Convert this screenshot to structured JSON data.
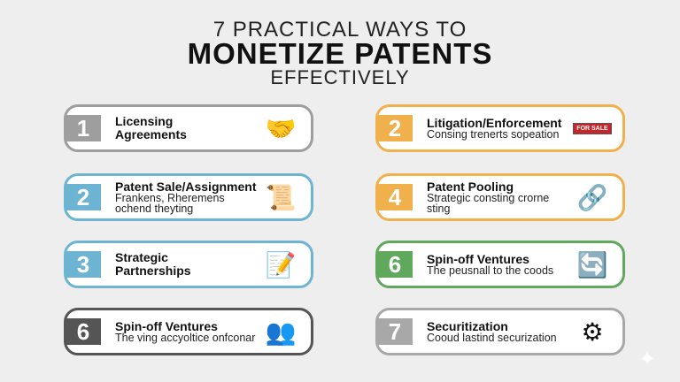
{
  "title": {
    "line1": "7 PRACTICAL WAYS TO",
    "line2": "MONETIZE PATENTS",
    "line3": "EFFECTIVELY"
  },
  "cards": [
    {
      "num": "1",
      "title": "Licensing Agreements",
      "desc": "",
      "color": "#9e9e9e",
      "icon": "handshake-icon",
      "glyph": "🤝"
    },
    {
      "num": "2",
      "title": "Litigation/Enforcement",
      "desc": "Consing trenerts sopeation",
      "color": "#f0b04c",
      "icon": "for-sale-sign-icon",
      "glyph": "",
      "sign": "FOR SALE"
    },
    {
      "num": "2",
      "title": "Patent Sale/Assignment",
      "desc": "Frankens, Rheremens ochend theyting",
      "color": "#6db4d2",
      "icon": "certificate-document-icon",
      "glyph": "📜"
    },
    {
      "num": "4",
      "title": "Patent Pooling",
      "desc": "Strategic consting crorne sting",
      "color": "#f0b04c",
      "icon": "network-pool-icon",
      "glyph": "🔗"
    },
    {
      "num": "3",
      "title": "Strategic Partnerships",
      "desc": "",
      "color": "#6db4d2",
      "icon": "contract-signing-icon",
      "glyph": "📝"
    },
    {
      "num": "6",
      "title": "Spin-off Ventures",
      "desc": "The peusnall to the coods",
      "color": "#5fa85c",
      "icon": "cycle-money-icon",
      "glyph": "🔄"
    },
    {
      "num": "6",
      "title": "Spin-off Ventures",
      "desc": "The ving accyoltice onfconar",
      "color": "#555555",
      "icon": "team-people-icon",
      "glyph": "👥"
    },
    {
      "num": "7",
      "title": "Securitization",
      "desc": "Cooud lastind securization",
      "color": "#a8a8a8",
      "icon": "gear-icon",
      "glyph": "⚙"
    }
  ]
}
